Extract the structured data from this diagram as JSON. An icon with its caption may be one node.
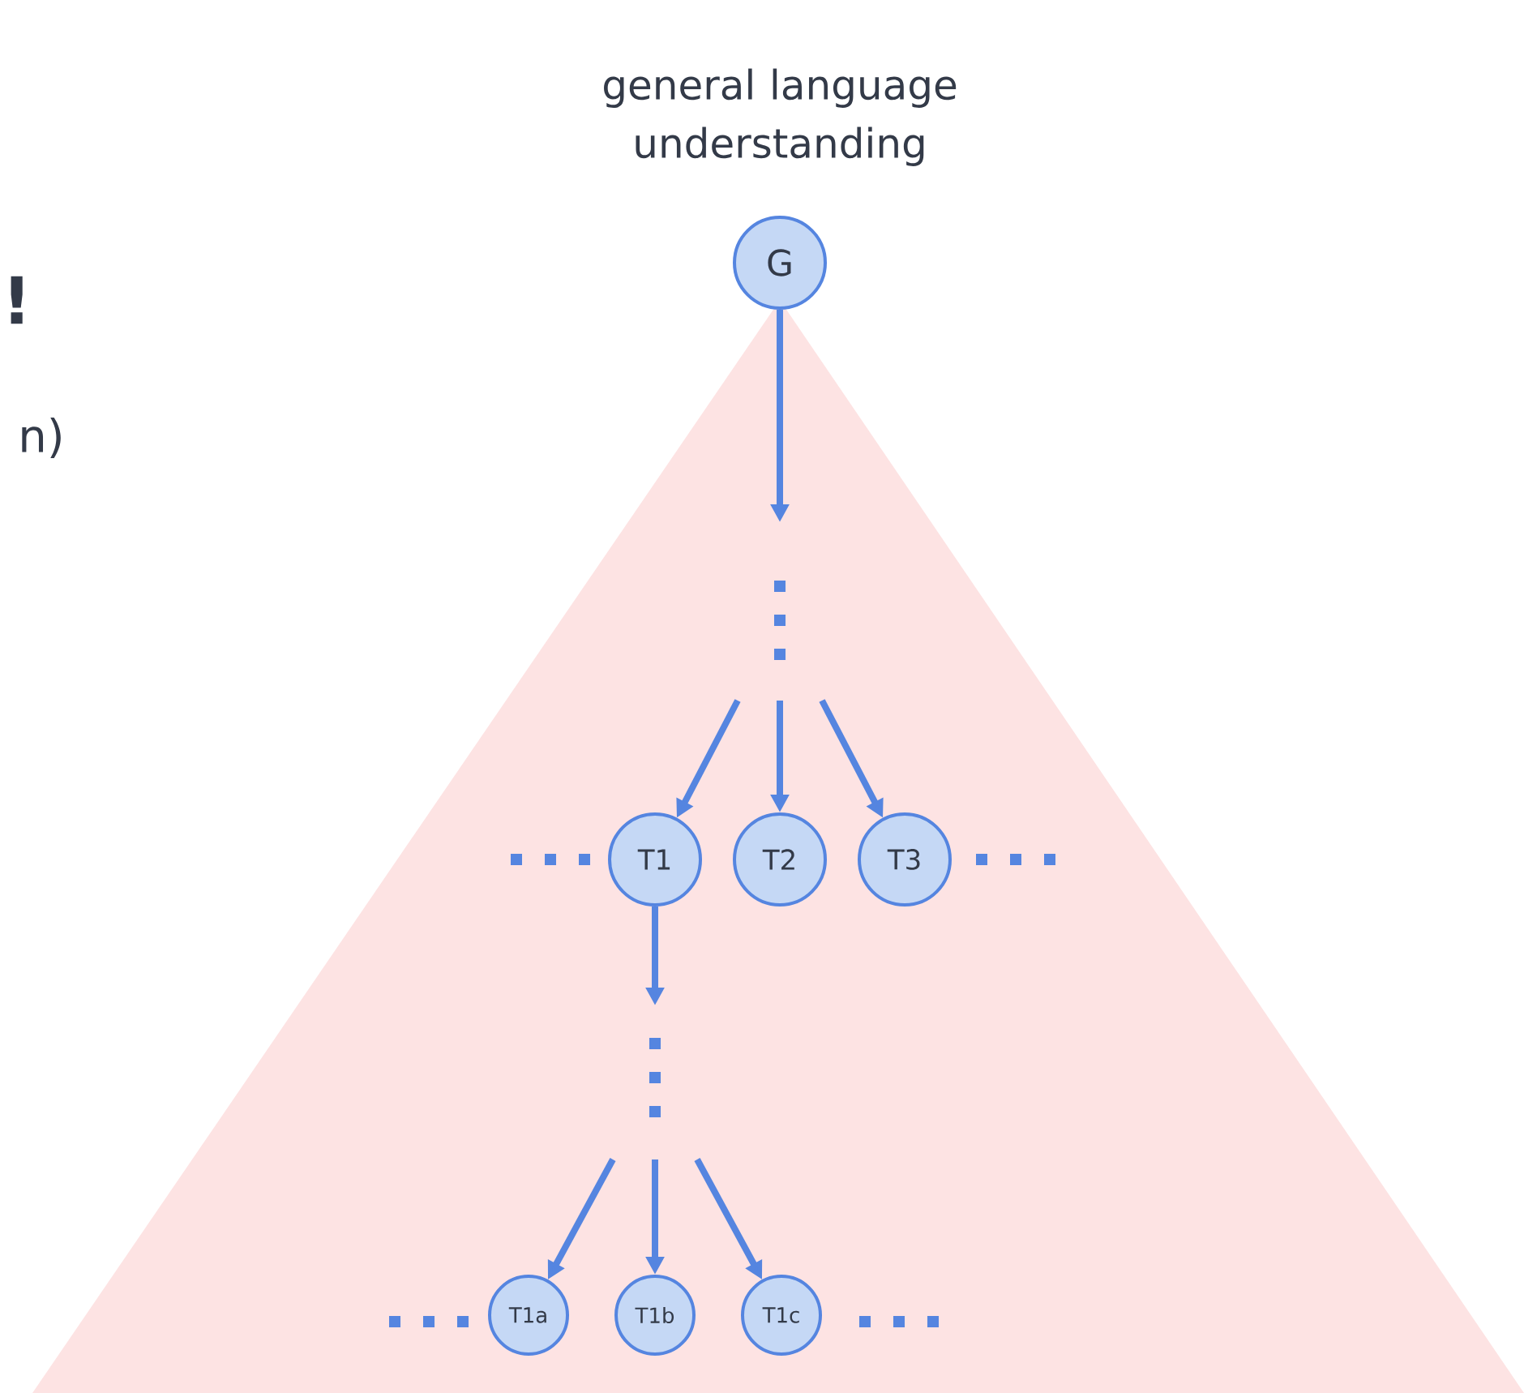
{
  "diagram": {
    "nodes": [
      {
        "text": [
          "G"
        ],
        "beside": [
          "general language understanding"
        ]
      },
      {
        "text": [
          "T1"
        ]
      },
      {
        "text": [
          "T2"
        ]
      },
      {
        "text": [
          "T3"
        ]
      },
      {
        "text": [
          "T1a"
        ]
      },
      {
        "text": [
          "T1b"
        ]
      },
      {
        "text": [
          "T1c"
        ]
      }
    ],
    "edges": [
      {
        "from": 0,
        "to": null,
        "arrow": "to"
      },
      {
        "from": null,
        "to": 1,
        "arrow": "to"
      },
      {
        "from": null,
        "to": 2,
        "arrow": "to"
      },
      {
        "from": null,
        "to": 3,
        "arrow": "to"
      },
      {
        "from": 1,
        "to": null,
        "arrow": "to"
      },
      {
        "from": null,
        "to": 4,
        "arrow": "to"
      },
      {
        "from": null,
        "to": 5,
        "arrow": "to"
      },
      {
        "from": null,
        "to": 6,
        "arrow": "to"
      }
    ],
    "labels": [
      "!",
      "n)"
    ]
  }
}
